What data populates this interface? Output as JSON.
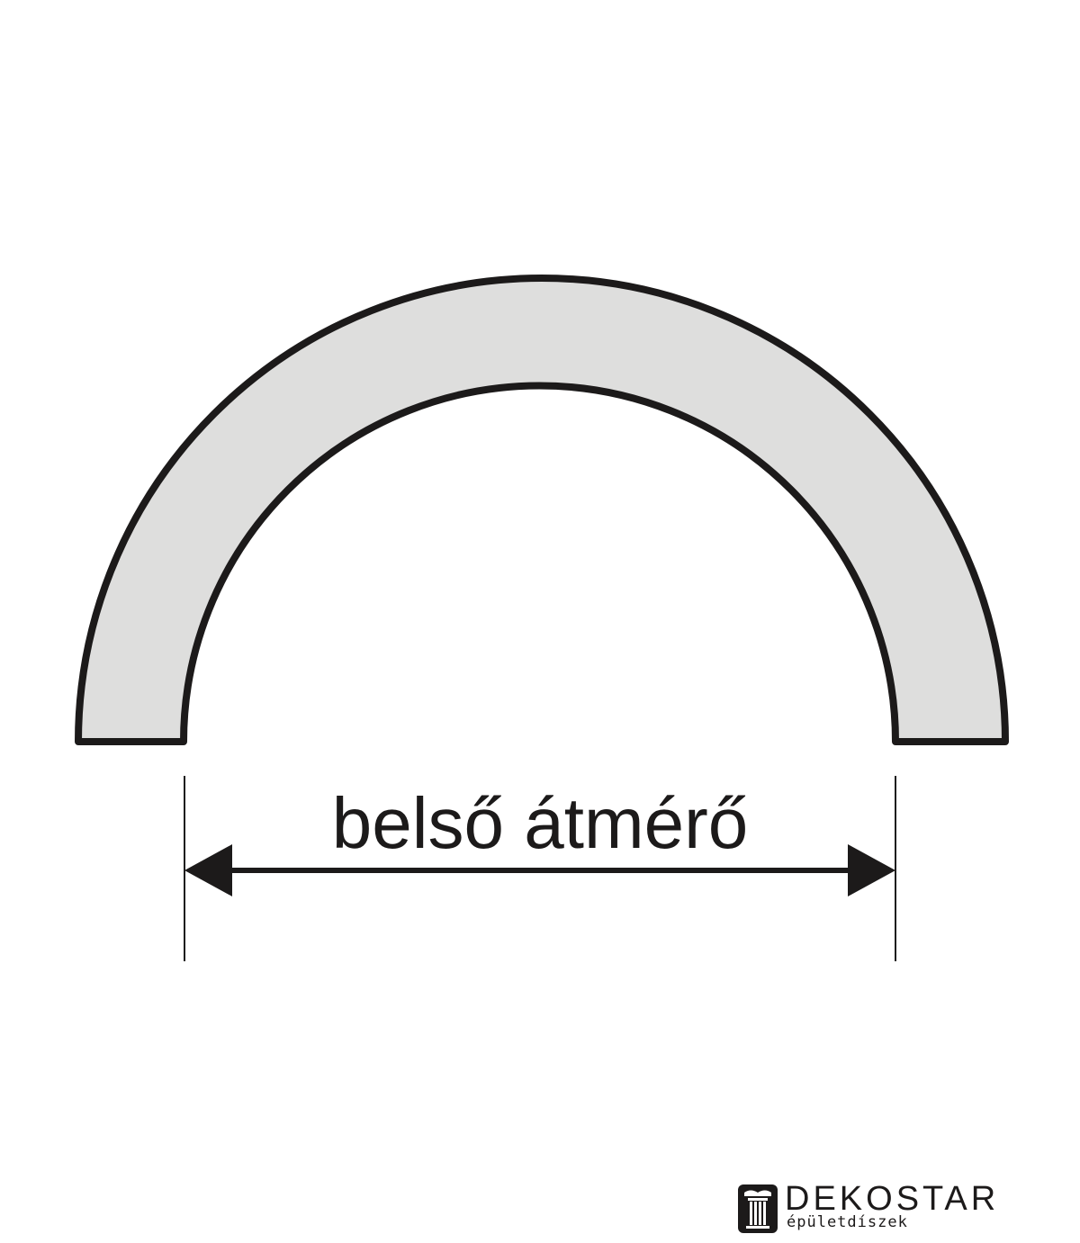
{
  "diagram": {
    "dimension_label": "belső átmérő",
    "arch_fill_color": "#dededd",
    "stroke_color": "#1c1a1a"
  },
  "logo": {
    "name": "DEKOSTAR",
    "tagline": "épületdíszek",
    "icon": "column-icon"
  }
}
